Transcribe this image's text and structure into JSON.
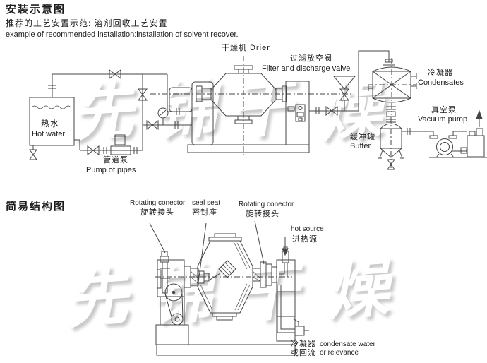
{
  "header": {
    "title": "安装示意图",
    "subtitle_cn": "推荐的工艺安置示范: 溶剂回收工艺安置",
    "subtitle_en": "example of recommended installation:installation of solvent recover."
  },
  "installation": {
    "drier_label": "干燥机 Drier",
    "filter_valve": {
      "cn": "过滤放空阀",
      "en": "Filter and discharge valve"
    },
    "condenser": {
      "cn": "冷凝器",
      "en": "Condensates"
    },
    "vacuum_pump": {
      "cn": "真空泵",
      "en": "Vacuum pump"
    },
    "buffer": {
      "cn": "缓冲罐",
      "en": "Buffer"
    },
    "hot_water": {
      "cn": "热水",
      "en": "Hot water"
    },
    "pipe_pump": {
      "cn": "管道泵",
      "en": "Pump of pipes"
    }
  },
  "structure": {
    "title": "简易结构图",
    "rotating_connector_left": {
      "en": "Rotating conector",
      "cn": "旋转接头"
    },
    "seal_seat": {
      "en": "seal seat",
      "cn": "密封座"
    },
    "rotating_connector_right": {
      "en": "Rotating conector",
      "cn": "旋转接头"
    },
    "hot_source": {
      "en": "hot source",
      "cn": "进热源"
    },
    "condensate": {
      "cn_line1": "冷凝器",
      "cn_line2": "或回流",
      "en_line1": "condensate water",
      "en_line2": "or relevance"
    }
  },
  "watermark": {
    "chars": [
      "先",
      "锦",
      "干",
      "燥"
    ]
  },
  "colors": {
    "line": "#454545",
    "text": "#1c1c1c",
    "watermark_shadow": "#c9c9c9",
    "background": "#ffffff"
  }
}
